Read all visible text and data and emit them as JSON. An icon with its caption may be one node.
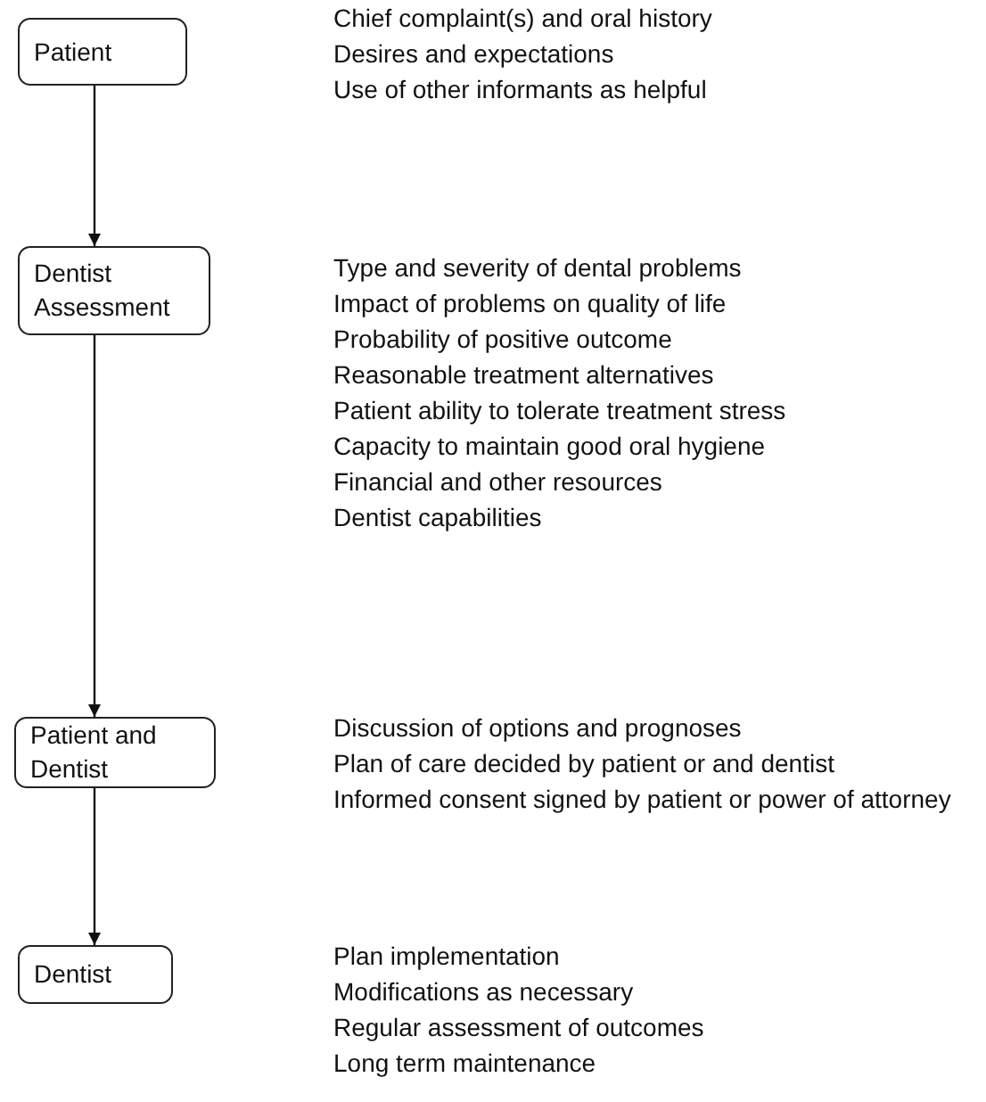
{
  "diagram": {
    "nodes": [
      {
        "text": [
          "Patient"
        ],
        "beside": [
          "Chief complaint(s) and oral history",
          "Desires and expectations",
          "Use of other informants as helpful"
        ]
      },
      {
        "text": [
          "Dentist Assessment"
        ],
        "beside": [
          "Type and severity of dental problems",
          "Impact of problems on quality of life",
          "Probability of positive outcome",
          "Reasonable treatment alternatives",
          "Patient ability to tolerate treatment stress",
          "Capacity to maintain good oral hygiene",
          "Financial and other resources",
          "Dentist capabilities"
        ]
      },
      {
        "text": [
          "Patient and Dentist"
        ],
        "beside": [
          "Discussion of options and prognoses",
          "Plan of care decided by patient or and dentist",
          "Informed consent signed by patient or power of attorney"
        ]
      },
      {
        "text": [
          "Dentist"
        ],
        "beside": [
          "Plan implementation",
          "Modifications as necessary",
          "Regular assessment of outcomes",
          "Long term maintenance"
        ]
      }
    ],
    "edges": [
      {
        "from": 0,
        "to": 1,
        "arrow": "to"
      },
      {
        "from": 1,
        "to": 2,
        "arrow": "to"
      },
      {
        "from": 2,
        "to": 3,
        "arrow": "to"
      }
    ]
  }
}
